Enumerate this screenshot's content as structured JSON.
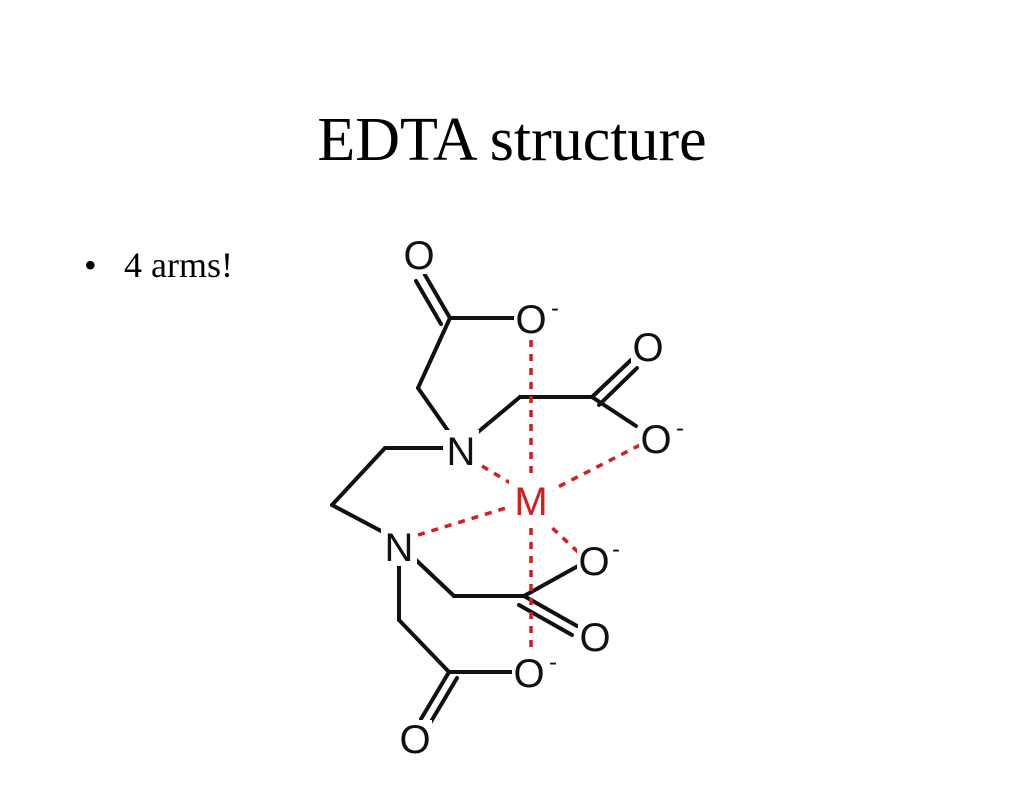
{
  "slide": {
    "title": "EDTA structure",
    "bullets": [
      {
        "marker": "•",
        "text": "4 arms!"
      }
    ]
  },
  "diagram": {
    "colors": {
      "bond": "#111111",
      "coordination": "#d21e1e",
      "metal": "#d21e1e"
    },
    "atoms": {
      "n_top": "N",
      "n_bottom": "N",
      "metal": "M",
      "o_carbonyl_1": "O",
      "o_anion_1": "O",
      "o_carbonyl_2": "O",
      "o_anion_2": "O",
      "o_anion_3": "O",
      "o_carbonyl_3": "O",
      "o_anion_4": "O",
      "o_carbonyl_4": "O",
      "charge": "-"
    }
  }
}
